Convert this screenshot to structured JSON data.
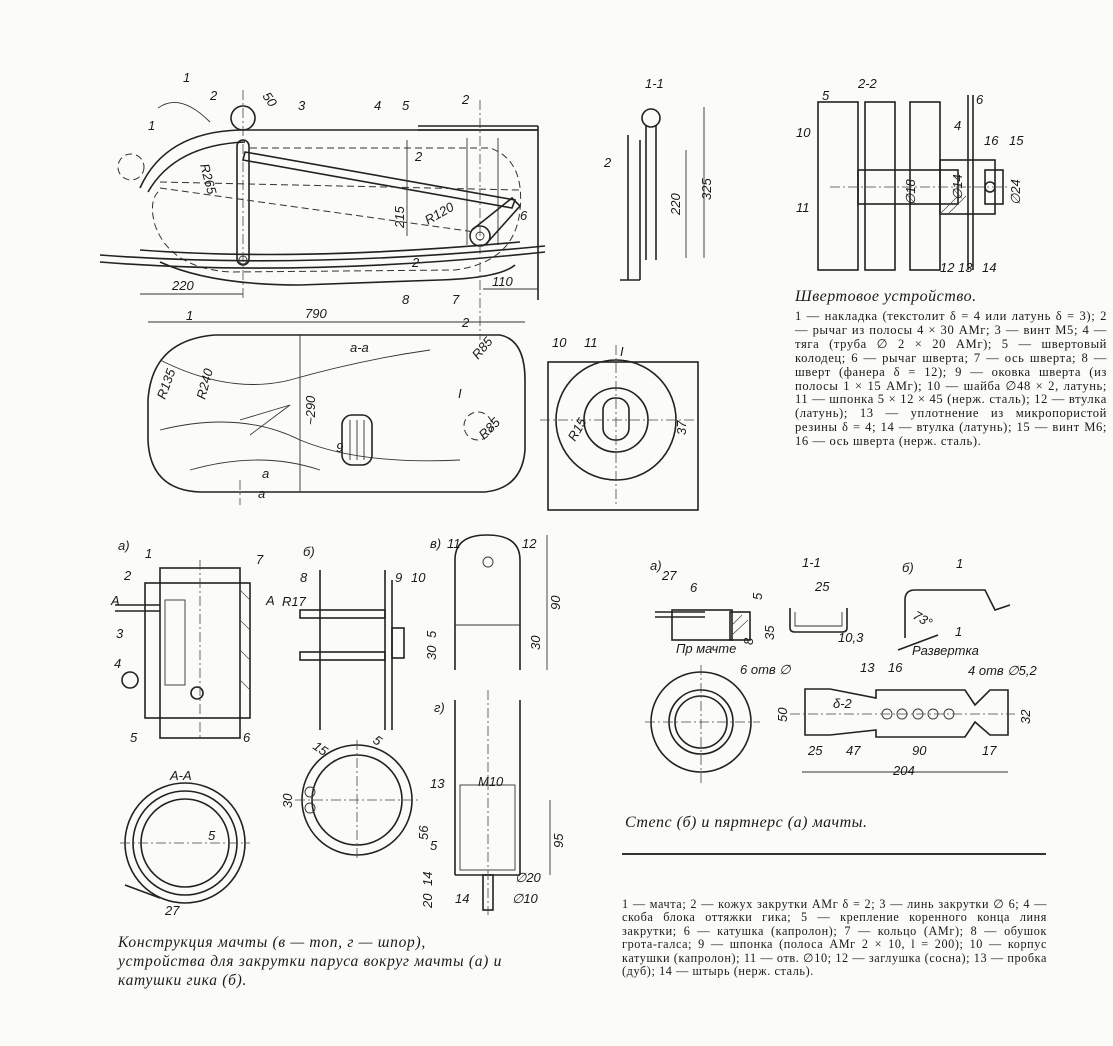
{
  "centerboard_caption": {
    "title": "Швертовое устройство.",
    "legend": "1 — накладка (текстолит δ = 4 или латунь δ = 3); 2 — рычаг из полосы 4 × 30 АМг; 3 — винт М5; 4 — тяга (труба ∅ 2 × 20 АМг); 5 — швертовый колодец; 6 — рычаг шверта; 7 — ось шверта; 8 — шверт (фанера δ = 12); 9 — оковка шверта (из полосы 1 × 15 АМг); 10 — шайба ∅48 × 2, латунь; 11 — шпонка 5 × 12 × 45 (нерж. сталь); 12 — втулка (латунь); 13 — уплотнение из микропористой резины δ = 4; 14 — втулка (латунь); 15 — винт М6; 16 — ось шверта (нерж. сталь)."
  },
  "mast_caption": "Конструкция мачты (в — топ, г — шпор), устройства для закрутки паруса вокруг мачты (а) и катушки гика (б).",
  "step_caption": "Степс (б) и пяртнерс (а) мачты.",
  "mast_legend": "1 — мачта; 2 — кожух закрутки АМг δ = 2; 3 — линь закрутки ∅ 6; 4 — скоба блока оттяжки гика; 5 — крепление коренного конца линя закрутки; 6 — катушка (капролон); 7 — кольцо (АМг); 8 — обушок грота-галса; 9 — шпонка (полоса АМг 2 × 10, l = 200); 10 — корпус катушки (капролон); 11 — отв. ∅10; 12 — заглушка (сосна); 13 — пробка (дуб); 14 — штырь (нерж. сталь).",
  "labels": {
    "shvert_side": [
      "1",
      "2",
      "50",
      "3",
      "4",
      "5",
      "R265",
      "215",
      "R120",
      "6",
      "7",
      "8",
      "220",
      "110",
      "1",
      "2",
      "2",
      "2",
      "2",
      "1"
    ],
    "shvert_plan": [
      "790",
      "~290",
      "R135",
      "R240",
      "R85",
      "R85",
      "а-а",
      "I",
      "9",
      "а",
      "а"
    ],
    "detail_I": [
      "I",
      "10",
      "11",
      "R15",
      "37"
    ],
    "section_1_1": [
      "1-1",
      "2",
      "220",
      "325"
    ],
    "section_2_2": [
      "2-2",
      "5",
      "6",
      "10",
      "11",
      "4",
      "16",
      "15",
      "∅18",
      "∅14",
      "∅24",
      "12",
      "13",
      "14"
    ],
    "mast_a": [
      "а)",
      "1",
      "2",
      "7",
      "А",
      "А",
      "3",
      "4",
      "5",
      "6",
      "А-А",
      "5",
      "27"
    ],
    "mast_b": [
      "б)",
      "8",
      "R17",
      "9",
      "10",
      "5",
      "30",
      "15",
      "5",
      "30"
    ],
    "mast_v": [
      "в)",
      "11",
      "12",
      "90",
      "30"
    ],
    "mast_g": [
      "г)",
      "М10",
      "13",
      "56",
      "5",
      "95",
      "∅20",
      "∅10",
      "14",
      "20",
      "14"
    ],
    "step": [
      "а)",
      "27",
      "6",
      "5",
      "35",
      "8",
      "Пр мачте",
      "1-1",
      "25",
      "10,3",
      "б)",
      "1",
      "1",
      "73°",
      "Развертка",
      "6 отв ∅",
      "13",
      "16",
      "4 отв ∅5,2",
      "50",
      "δ-2",
      "32",
      "25",
      "47",
      "90",
      "17",
      "204"
    ]
  }
}
